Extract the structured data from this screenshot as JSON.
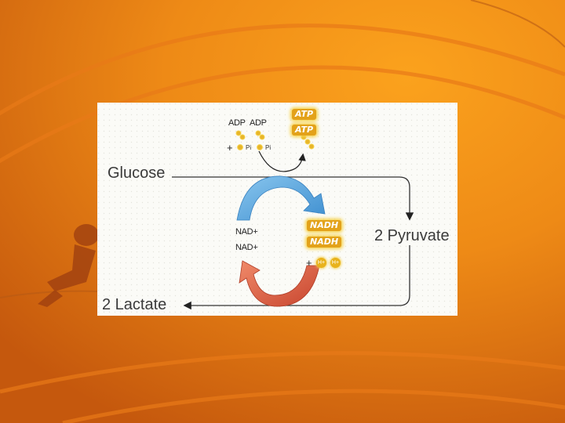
{
  "diagram": {
    "nodes": {
      "glucose": "Glucose",
      "pyruvate": "2 Pyruvate",
      "lactate": "2 Lactate"
    },
    "inputs": {
      "adp_1": "ADP",
      "adp_2": "ADP",
      "plus": "+",
      "pi_1": "Pi",
      "pi_2": "Pi",
      "nad_1": "NAD+",
      "nad_2": "NAD+"
    },
    "outputs": {
      "atp_1": "ATP",
      "atp_2": "ATP",
      "nadh_1": "NADH",
      "nadh_2": "NADH",
      "plus": "+",
      "h_1": "H+",
      "h_2": "H+"
    },
    "colors": {
      "forward_arrow": "#5aa7de",
      "reverse_arrow": "#e2674a",
      "highlight": "#f2c12e",
      "slide_orange": "#f09a1c"
    }
  }
}
